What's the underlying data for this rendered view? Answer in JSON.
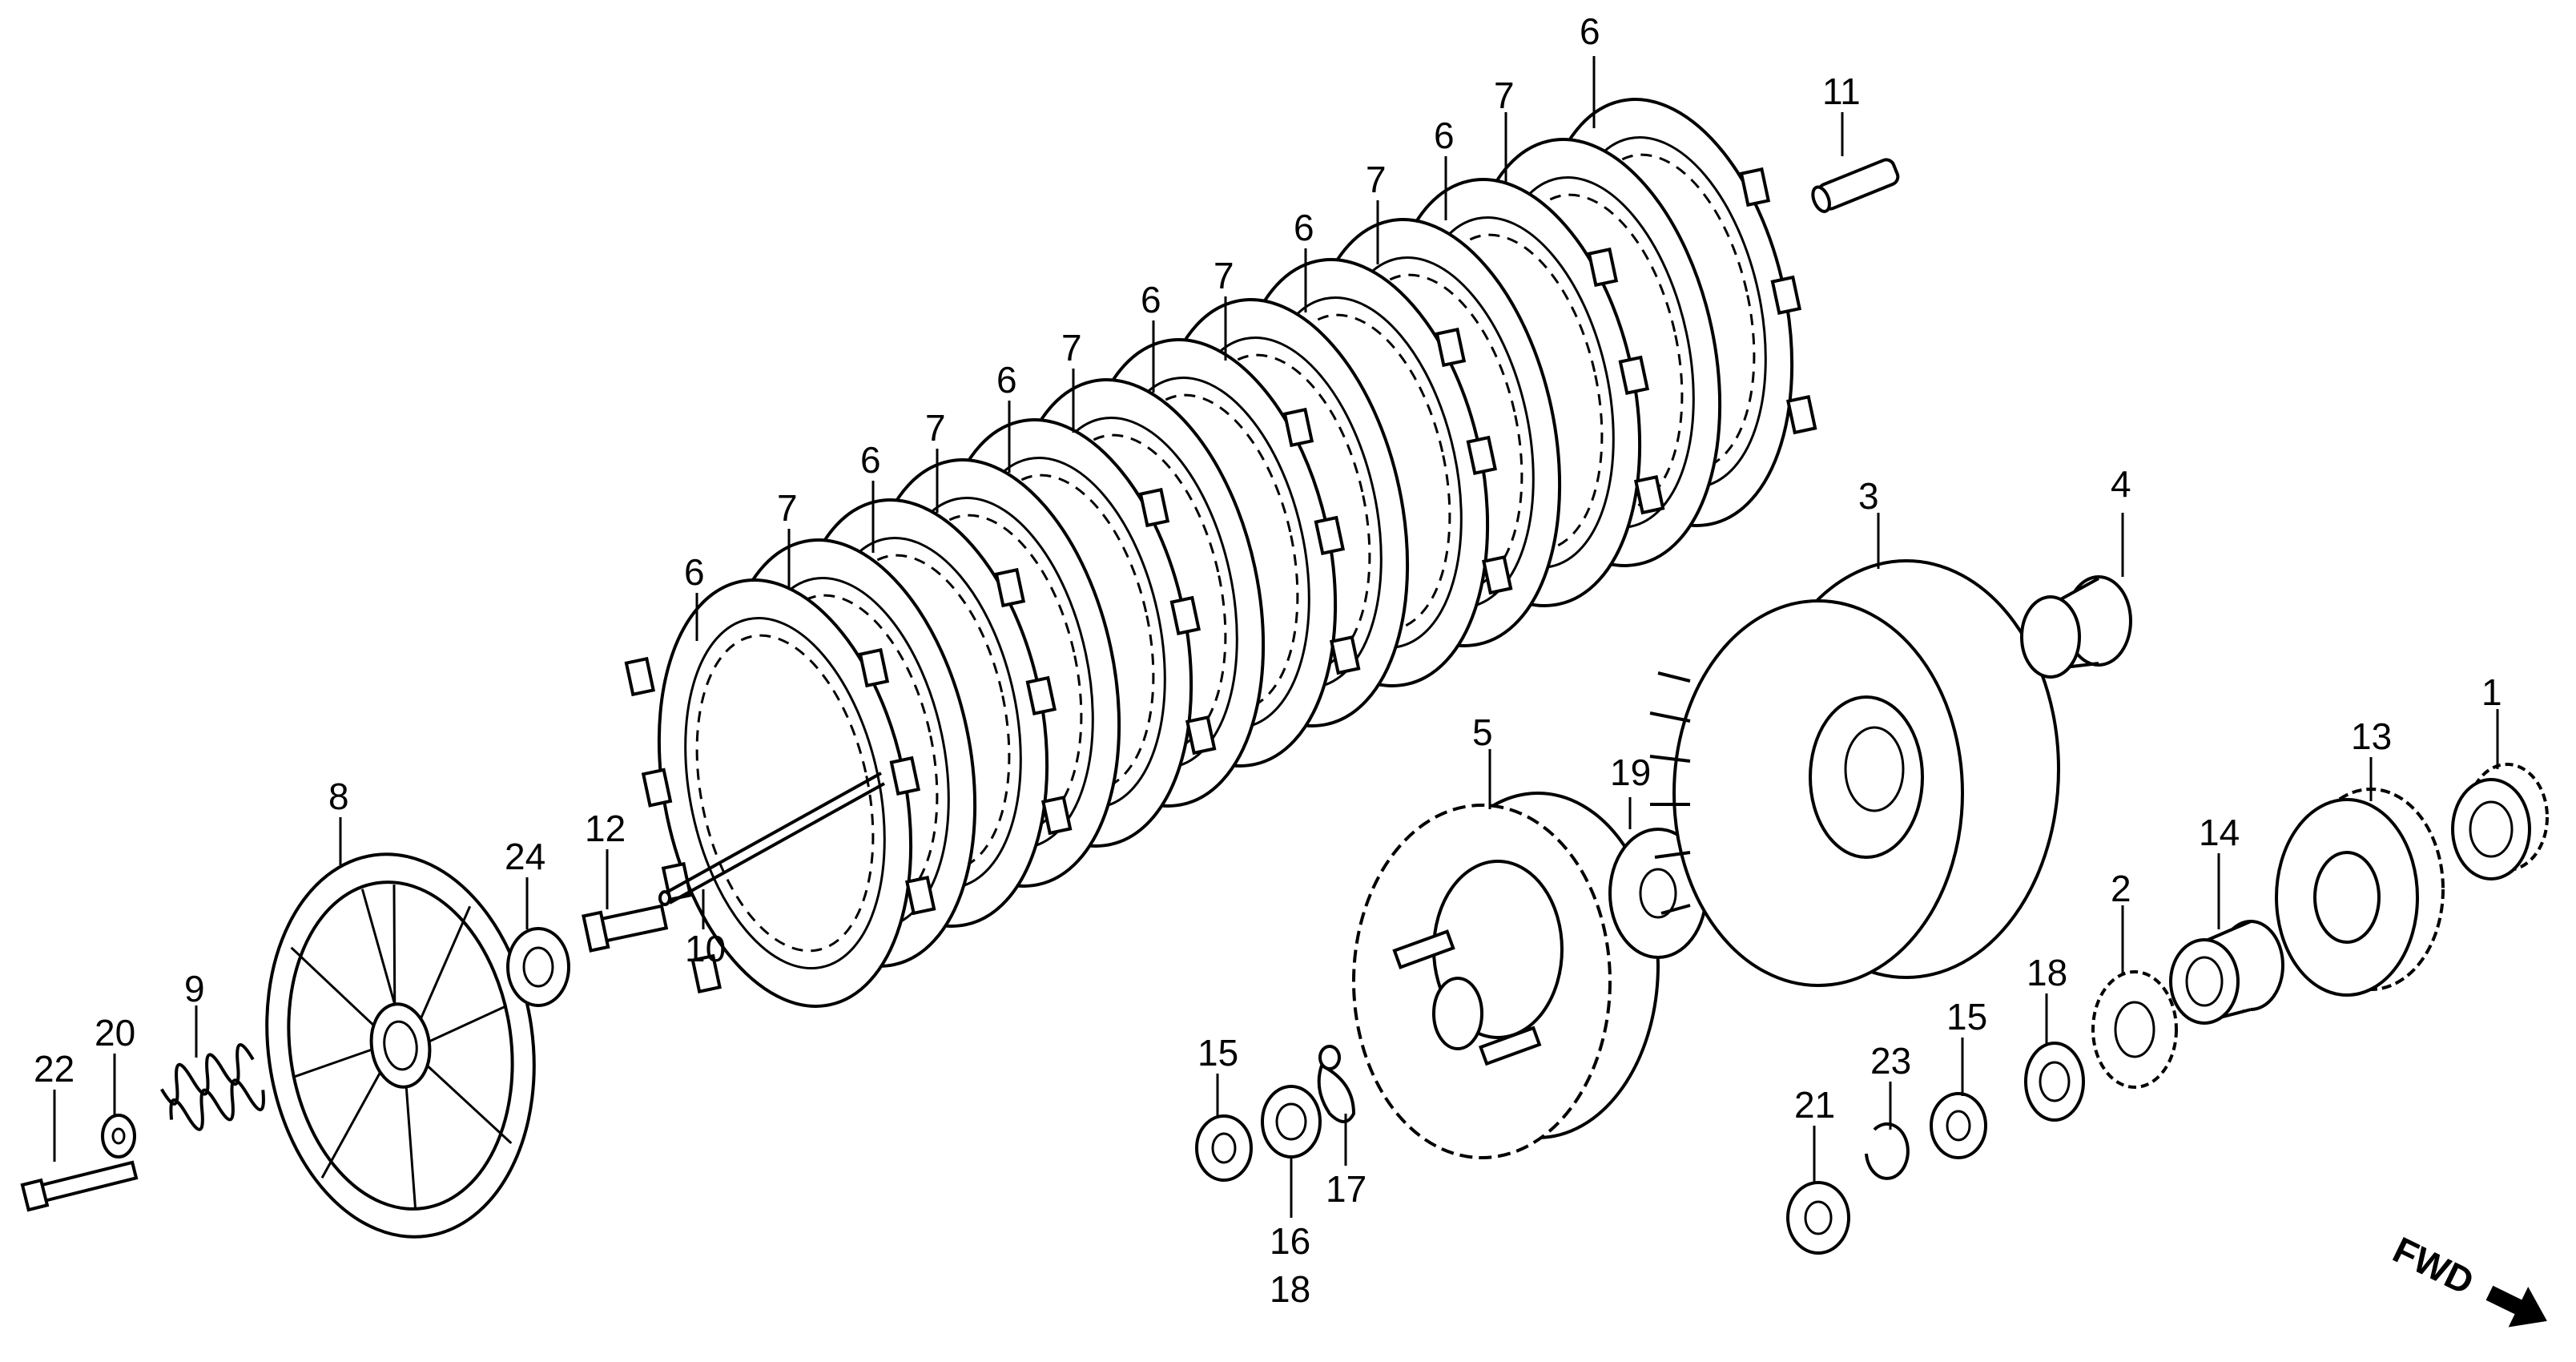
{
  "labels": {
    "p1": "1",
    "p2": "2",
    "p3": "3",
    "p4": "4",
    "p5": "5",
    "p6": "6",
    "p7": "7",
    "p8": "8",
    "p9": "9",
    "p10": "10",
    "p11": "11",
    "p12": "12",
    "p13": "13",
    "p14": "14",
    "p15": "15",
    "p16": "16",
    "p17": "17",
    "p18": "18",
    "p19": "19",
    "p20": "20",
    "p21": "21",
    "p22": "22",
    "p23": "23",
    "p24": "24"
  },
  "fwd": "FWD",
  "colors": {
    "ink": "#000000",
    "paper": "#ffffff"
  }
}
